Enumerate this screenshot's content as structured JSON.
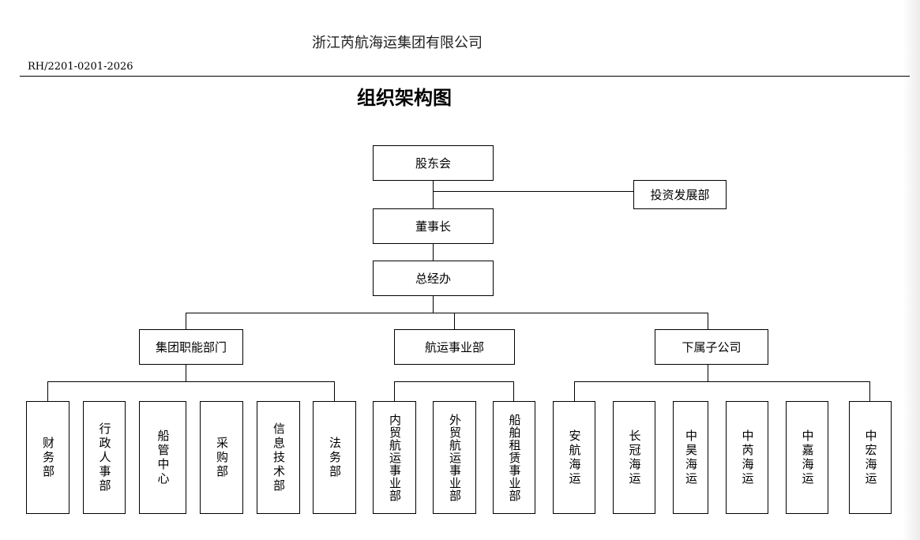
{
  "header": {
    "company": "浙江芮航海运集团有限公司",
    "doc_number": "RH/2201-0201-2026",
    "title": "组织架构图"
  },
  "org": {
    "shareholders": "股东会",
    "investment_dept": "投资发展部",
    "chairman": "董事长",
    "gm_office": "总经办",
    "divisions": [
      {
        "name": "集团职能部门",
        "children": [
          "财务部",
          "行政人事部",
          "船管中心",
          "采购部",
          "信息技术部",
          "法务部"
        ]
      },
      {
        "name": "航运事业部",
        "children": [
          "内贸航运事业部",
          "外贸航运事业部",
          "船舶租赁事业部"
        ]
      },
      {
        "name": "下属子公司",
        "children": [
          "安航海运",
          "长冠海运",
          "中昊海运",
          "中芮海运",
          "中嘉海运",
          "中宏海运"
        ]
      }
    ]
  }
}
